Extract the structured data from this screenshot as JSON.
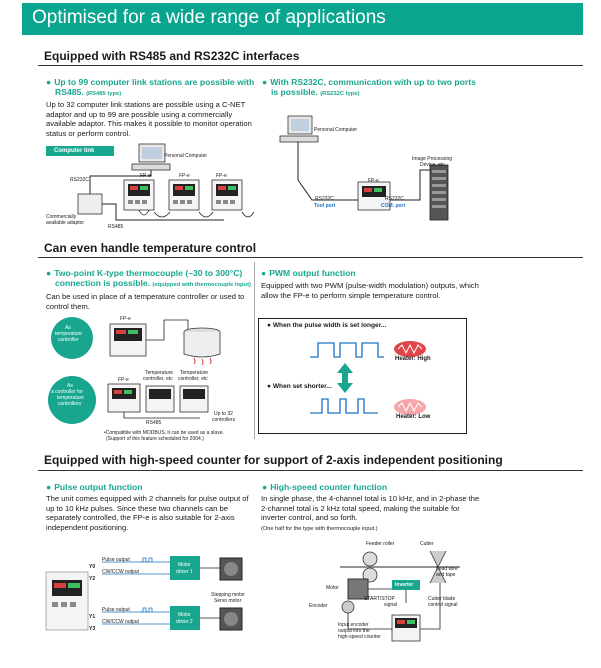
{
  "page": {
    "title": "Optimised for a wide range of applications"
  },
  "rs485": {
    "heading": "Equipped with RS485 and RS232C interfaces",
    "left": {
      "title_line1": "Up to 99 computer link stations are possible with",
      "title_line2": "RS485.",
      "title_small": "(RS485 type)",
      "body": "Up to 32 computer link stations are possible using a C-NET adaptor and up to 99 are possible using a commercially available adaptor. This makes it possible to monitor operation status or perform control.",
      "tag": "Computer link",
      "labels": {
        "personal_computer": "Personal Computer",
        "rs232c": "RS232C",
        "fp_e_1": "FP-e",
        "fp_e_2": "FP-e",
        "fp_e_3": "FP-e",
        "adaptor_1": "Commercially",
        "adaptor_2": "available adaptor",
        "rs485": "RS485"
      }
    },
    "right": {
      "title_line1": "With RS232C, communication with up to two ports",
      "title_line2": "is possible.",
      "title_small": "(RS232C type)",
      "labels": {
        "personal_computer": "Personal Computer",
        "image_1": "Image Processing",
        "image_2": "Device, etc.",
        "fp_e": "FP-e",
        "rs232c_left": "RS232C",
        "tool_port": "Tool port",
        "rs232c_right": "RS232C",
        "com_port": "COM. port"
      }
    }
  },
  "temp": {
    "heading": "Can even handle temperature control",
    "left": {
      "title_line1": "Two-point K-type thermocouple (–30 to 300°C)",
      "title_line2": "connection is possible.",
      "title_small": "(equipped with thermocouple input)",
      "body": "Can be used in place of a temperature controller or used to control them.",
      "tag1_l1": "As",
      "tag1_l2": "temperature",
      "tag1_l3": "controller",
      "tag2_l1": "As",
      "tag2_l2": "a controller for",
      "tag2_l3": "temperature",
      "tag2_l4": "controllers",
      "labels": {
        "fp_e_top": "FP-e",
        "fp_e_bottom": "FP-e",
        "tc1_l1": "Temperature",
        "tc1_l2": "controller, etc",
        "tc2_l1": "Temperature",
        "tc2_l2": "controller, etc",
        "rs485": "RS485",
        "upto_l1": "Up to 32",
        "upto_l2": "controllers",
        "note_l1": "•Compatible with MODBUS, it can be used as a slave.",
        "note_l2": "(Support of this feature scheduled for 2004.)"
      }
    },
    "right": {
      "title": "PWM output function",
      "body": "Equipped with two PWM (pulse-width modulation) outputs, which allow the FP-e to perform simple temperature control.",
      "longer": "● When the pulse width is set longer...",
      "shorter": "● When set shorter...",
      "heater_high": "Heater: High",
      "heater_low": "Heater: Low"
    }
  },
  "counter": {
    "heading": "Equipped with high-speed counter for support of 2-axis independent positioning",
    "left": {
      "title": "Pulse output function",
      "body": "The unit comes equipped with 2 channels for pulse output of up to 10 kHz pulses. Since these two channels can be separately controlled, the FP-e is also suitable for 2-axis independent positioning.",
      "labels": {
        "y0": "Y0",
        "y2": "Y2",
        "y1": "Y1",
        "y3": "Y3",
        "pulse1": "Pulse output",
        "cw1": "CW/CCW output",
        "pulse2": "Pulse output",
        "cw2": "CW/CCW output",
        "driver1_l1": "Motor",
        "driver1_l2": "driver 1",
        "driver2_l1": "Motor",
        "driver2_l2": "driver 2",
        "stepping_l1": "Stepping motor",
        "stepping_l2": "Servo motor"
      }
    },
    "right": {
      "title": "High-speed counter function",
      "body": "In single phase, the 4-channel total is 10 kHz, and in 2-phase the 2-channel total is 2 kHz total speed, making the suitable for inverter control, and so forth.",
      "note": "(One half for the type with thermocouple input.)",
      "labels": {
        "feeder": "Feeder roller",
        "cutter": "Cutter",
        "lead_l1": "Lead wire",
        "lead_l2": "and tape",
        "motor": "Motor",
        "inverter": "Inverter",
        "start_l1": "START/STOP",
        "start_l2": "signal",
        "encoder": "Encoder",
        "blade_l1": "Cutter blade",
        "blade_l2": "control signal",
        "input_l1": "Input encoder",
        "input_l2": "output into the",
        "input_l3": "high-speed counter"
      }
    }
  },
  "colors": {
    "accent": "#0aa58f",
    "blue_label": "#1b73c5",
    "heater": "#e0454a"
  }
}
